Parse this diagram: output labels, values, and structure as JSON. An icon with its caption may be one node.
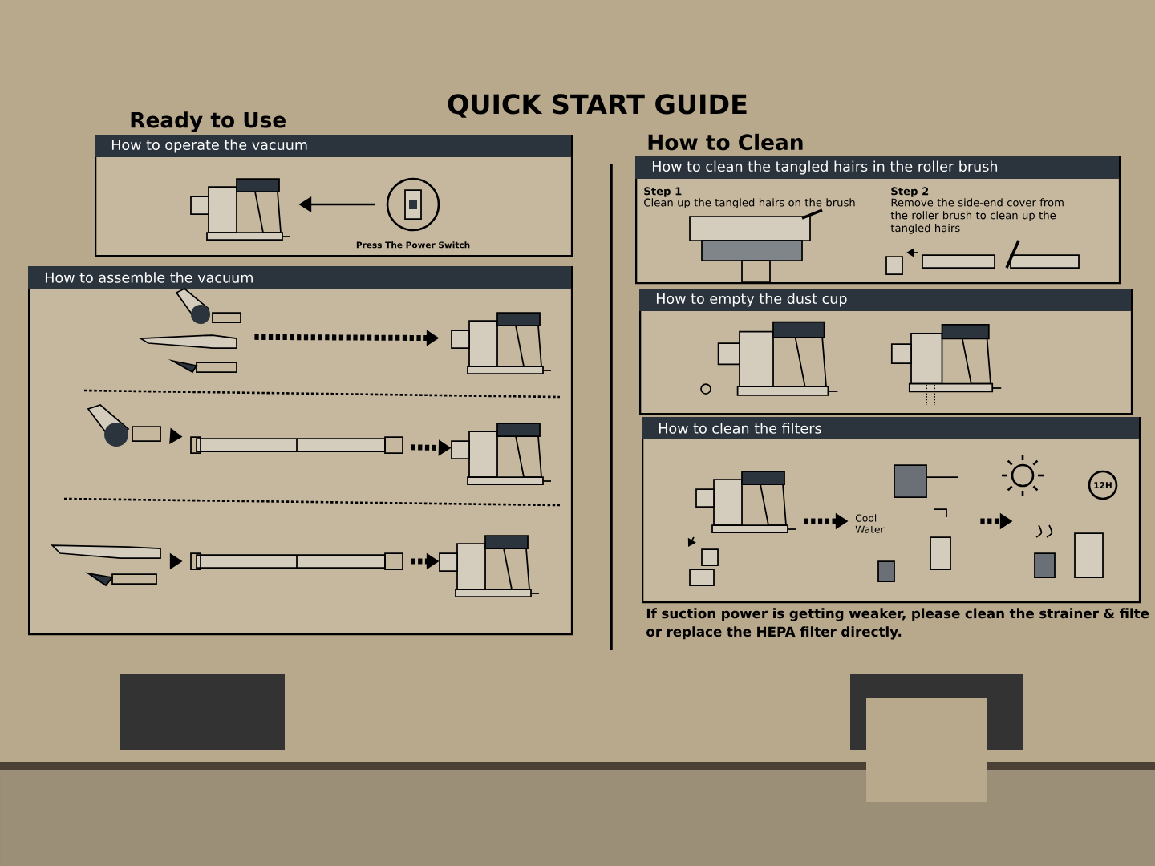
{
  "diagram": {
    "title": "QUICK START GUIDE",
    "nodes": [
      {
        "text": [
          "How to operate the vacuum"
        ]
      },
      {
        "text": [],
        "shape": "picture",
        "in": 0
      },
      {
        "text": [],
        "shape": "picture",
        "in": 0,
        "beside": [
          "Press The Power Switch"
        ]
      },
      {
        "text": [
          "How to assemble the vacuum"
        ]
      },
      {
        "text": [],
        "shape": "picture",
        "in": 3
      },
      {
        "text": [],
        "shape": "picture",
        "in": 3
      },
      {
        "text": [],
        "shape": "picture",
        "in": 3
      },
      {
        "text": [],
        "shape": "picture",
        "in": 3
      },
      {
        "text": [],
        "shape": "picture",
        "in": 3
      },
      {
        "text": [],
        "shape": "picture",
        "in": 3
      },
      {
        "text": [],
        "shape": "picture",
        "in": 3
      },
      {
        "text": [],
        "shape": "picture",
        "in": 3
      },
      {
        "text": [
          "How to clean the tangled hairs in the roller brush",
          "Step 1",
          "Clean up the tangled hairs on the brush",
          "Step 2",
          "Remove the side-end cover from the roller brush to clean up the tangled hairs"
        ]
      },
      {
        "text": [
          "How to empty the dust cup"
        ]
      },
      {
        "text": [
          "How to clean the filters"
        ]
      },
      {
        "text": [],
        "shape": "picture",
        "in": 14
      },
      {
        "text": [],
        "shape": "picture",
        "in": 14,
        "beside": [
          "Cool Water"
        ]
      },
      {
        "text": [],
        "shape": "picture",
        "in": 14
      }
    ],
    "edges": [
      {
        "from": 2,
        "to": 1,
        "arrow": "to"
      },
      {
        "from": 4,
        "to": 5,
        "arrow": "to",
        "style": "dashed"
      },
      {
        "from": 6,
        "to": 7,
        "arrow": "to",
        "style": "dashed"
      },
      {
        "from": 7,
        "to": 8,
        "arrow": "to",
        "style": "dashed"
      },
      {
        "from": 9,
        "to": 10,
        "arrow": "to",
        "style": "dashed"
      },
      {
        "from": 10,
        "to": 11,
        "arrow": "to",
        "style": "dashed"
      },
      {
        "from": 15,
        "to": 16,
        "arrow": "to",
        "style": "dashed"
      },
      {
        "from": 16,
        "to": 17,
        "arrow": "to",
        "style": "dashed"
      }
    ],
    "labels": [
      "Ready to Use",
      "How to Clean",
      "12H",
      "If suction power is getting weaker, please clean the strainer & filte or replace the HEPA filter directly."
    ]
  }
}
